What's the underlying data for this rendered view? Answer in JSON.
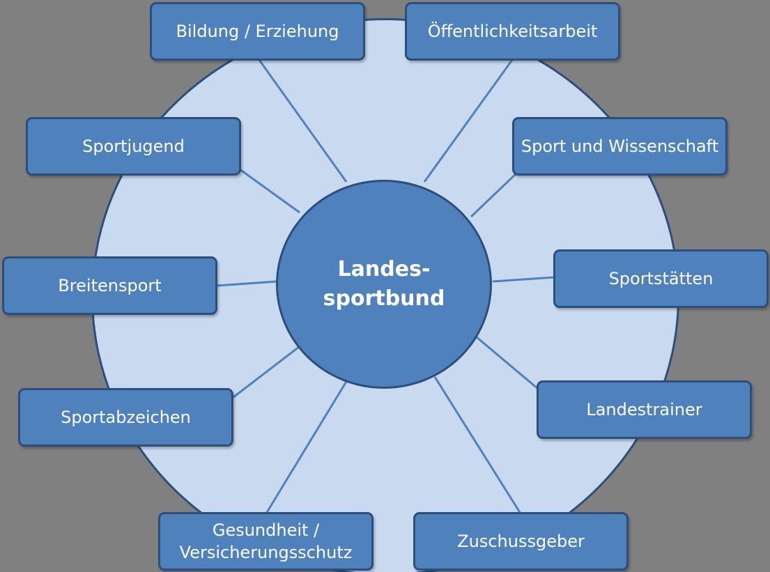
{
  "center": {
    "line1": "Landes-",
    "line2": "sportbund"
  },
  "nodes": {
    "bildung": "Bildung / Erziehung",
    "oeffentlichkeit": "Öffentlichkeitsarbeit",
    "sportjugend": "Sportjugend",
    "wissenschaft": "Sport und Wissenschaft",
    "breitensport": "Breitensport",
    "sportstaetten": "Sportstätten",
    "sportabzeichen": "Sportabzeichen",
    "landestrainer": "Landestrainer",
    "gesundheit_line1": "Gesundheit /",
    "gesundheit_line2": "Versicherungsschutz",
    "zuschussgeber": "Zuschussgeber"
  },
  "colors": {
    "background": "#808080",
    "outer_circle": "#c9d9f0",
    "node_fill": "#4f81bd",
    "node_border": "#2b4f7a",
    "connector": "#4f81bd",
    "text": "#ffffff"
  }
}
